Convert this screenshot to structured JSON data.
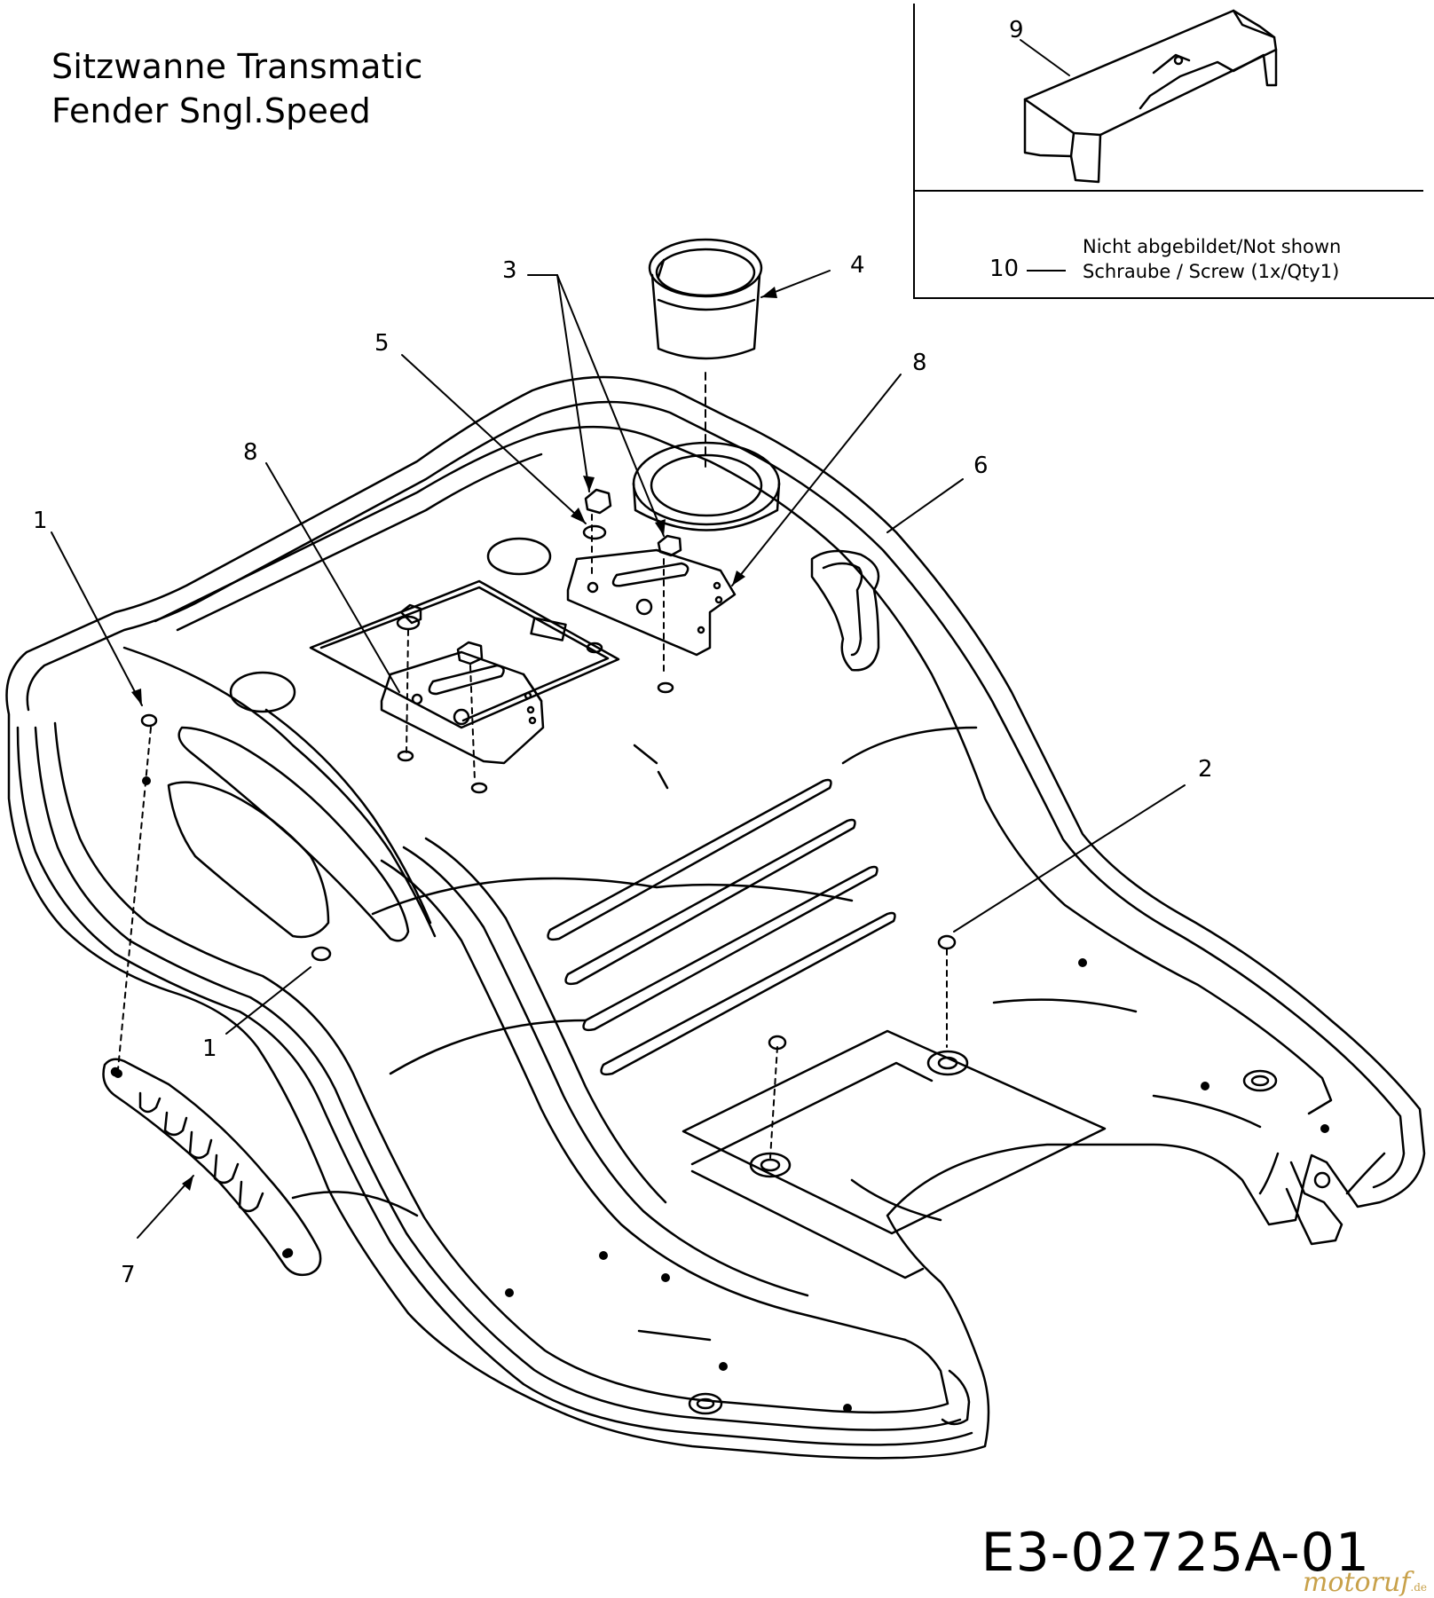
{
  "title": {
    "line1": "Sitzwanne Transmatic",
    "line2": "Fender Sngl.Speed"
  },
  "inset": {
    "note_line1": "Nicht abgebildet/Not shown",
    "note_line2": "Schraube / Screw (1x/Qty1)",
    "note_callout": "10"
  },
  "callouts": {
    "c1a": "1",
    "c1b": "1",
    "c2": "2",
    "c3": "3",
    "c4": "4",
    "c5": "5",
    "c6": "6",
    "c7": "7",
    "c8a": "8",
    "c8b": "8",
    "c9": "9"
  },
  "drawing_number": "E3-02725A-01",
  "watermark": {
    "text": "motoruf",
    "suffix": ".de"
  }
}
